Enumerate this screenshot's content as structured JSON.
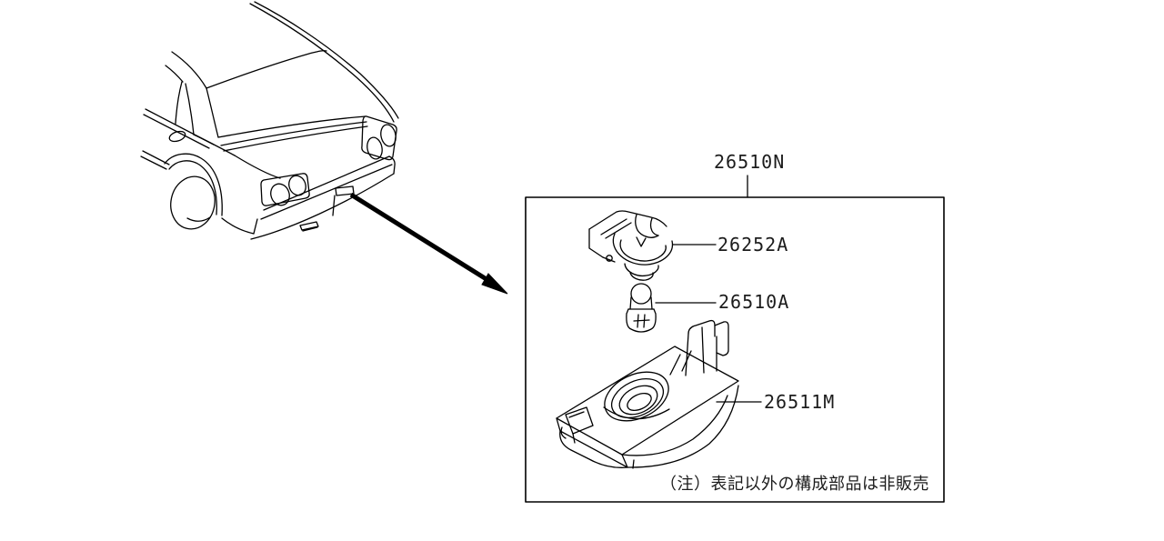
{
  "page": {
    "background_color": "#ffffff",
    "line_color": "#000000",
    "text_color": "#1c1c1c"
  },
  "diagram": {
    "assembly_label": "26510N",
    "callouts": [
      {
        "code": "26252A",
        "part": "bulb-socket"
      },
      {
        "code": "26510A",
        "part": "bulb"
      },
      {
        "code": "26511M",
        "part": "licence-lamp-body"
      }
    ],
    "note": "（注）表記以外の構成部品は非販売"
  }
}
